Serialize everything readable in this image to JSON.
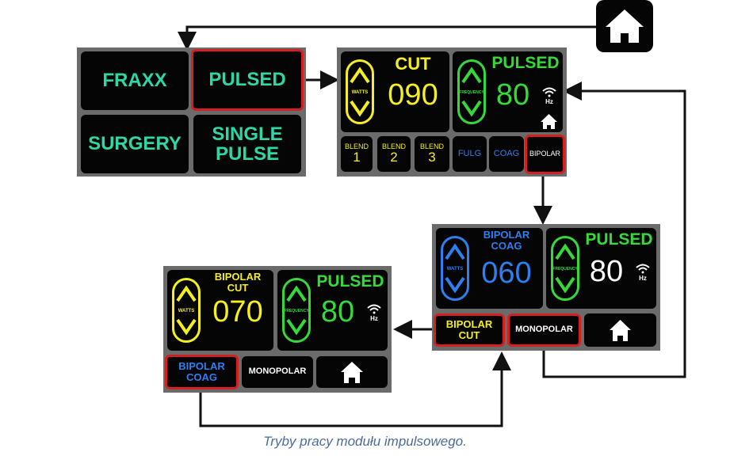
{
  "caption": "Tryby pracy modułu impulsowego.",
  "colors": {
    "yellow": "#f5ee22",
    "green": "#37d93a",
    "blue": "#2f7ff0",
    "mode": "#2fd7a6",
    "red": "#d42020"
  },
  "icons": {
    "home": "home-icon",
    "wifi": "wifi-icon",
    "up": "up-arrow-icon",
    "down": "down-arrow-icon"
  },
  "menu": {
    "fraxx": "FRAXX",
    "pulsed": "PULSED",
    "surgery": "SURGERY",
    "single_pulse": "SINGLE PULSE"
  },
  "cut_panel": {
    "watts_label": "WATTS",
    "mode_title": "CUT",
    "watts_value": "090",
    "pulsed_title": "PULSED",
    "frequency_label": "FREQUENCY",
    "freq_value": "80",
    "hz": "Hz",
    "blend_label": "BLEND",
    "blends": [
      "1",
      "2",
      "3"
    ],
    "fulg": "FULG",
    "coag": "COAG",
    "bipolar": "BIPOLAR"
  },
  "bipolar_coag_panel": {
    "watts_label": "WATTS",
    "mode_title": "BIPOLAR COAG",
    "watts_value": "060",
    "pulsed_title": "PULSED",
    "frequency_label": "FREQUENCY",
    "freq_value": "80",
    "hz": "Hz",
    "bipolar_cut": "BIPOLAR CUT",
    "monopolar": "MONOPOLAR"
  },
  "bipolar_cut_panel": {
    "watts_label": "WATTS",
    "mode_title": "BIPOLAR CUT",
    "watts_value": "070",
    "pulsed_title": "PULSED",
    "frequency_label": "FREQUENCY",
    "freq_value": "80",
    "hz": "Hz",
    "bipolar_coag": "BIPOLAR COAG",
    "monopolar": "MONOPOLAR"
  }
}
